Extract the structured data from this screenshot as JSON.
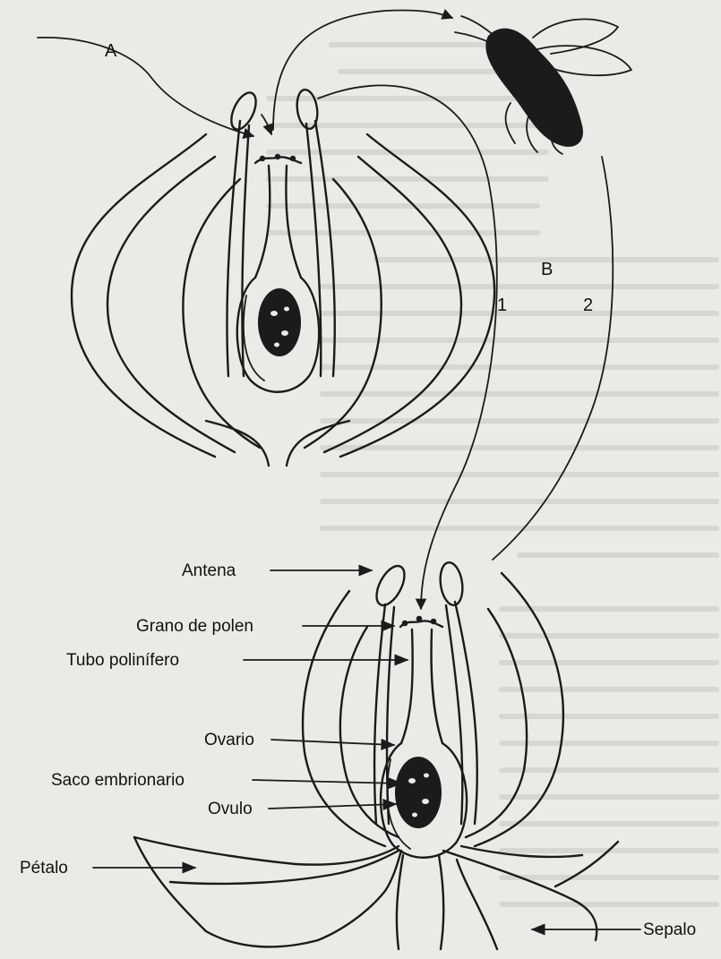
{
  "figure": {
    "labels": {
      "flower_a": "A",
      "flower_b": "B",
      "path_1": "1",
      "path_2": "2",
      "antena": "Antena",
      "grano_de_polen": "Grano de polen",
      "tubo_polinifero": "Tubo polinífero",
      "ovario": "Ovario",
      "saco_embrionario": "Saco embrionario",
      "ovulo": "Ovulo",
      "petalo": "Pétalo",
      "sepalo": "Sepalo"
    },
    "ink_color": "#1b1b1b",
    "paper_color": "#eceae7"
  }
}
